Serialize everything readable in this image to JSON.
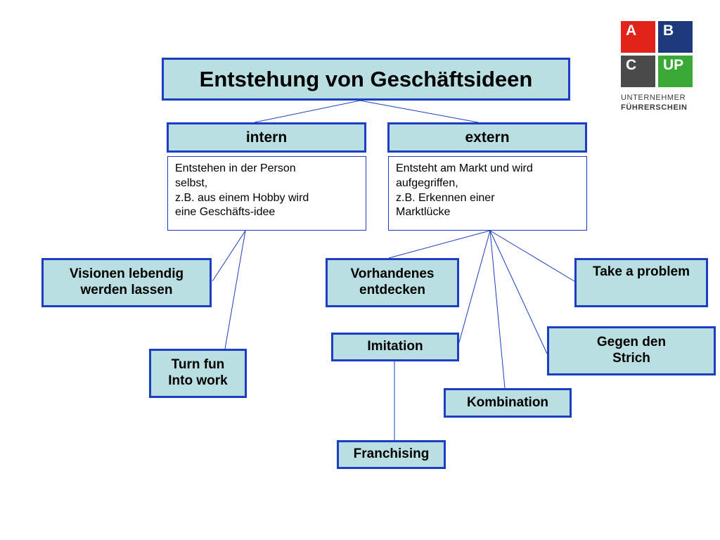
{
  "diagram": {
    "title": "Entstehung von Geschäftsideen",
    "intern": {
      "label": "intern",
      "description": "Entstehen in der Person\nselbst,\nz.B. aus einem Hobby wird\neine Geschäfts-idee"
    },
    "extern": {
      "label": "extern",
      "description": "Entsteht am Markt und wird\naufgegriffen,\nz.B. Erkennen einer\nMarktlücke"
    },
    "intern_children": [
      "Visionen lebendig\nwerden lassen",
      "Turn fun\nInto work"
    ],
    "extern_children": {
      "vorhandenes": "Vorhandenes\nentdecken",
      "take_problem": "Take a problem",
      "imitation": "Imitation",
      "gegen": "Gegen den\nStrich",
      "kombination": "Kombination",
      "franchising": "Franchising"
    }
  },
  "logo": {
    "letters": [
      "A",
      "B",
      "C",
      "UP"
    ],
    "line1": "UNTERNEHMER",
    "line2": "FÜHRERSCHEIN"
  },
  "colors": {
    "box_fill": "#b9dfe2",
    "box_border": "#1a3fc0",
    "connector": "#1a3fc0"
  }
}
